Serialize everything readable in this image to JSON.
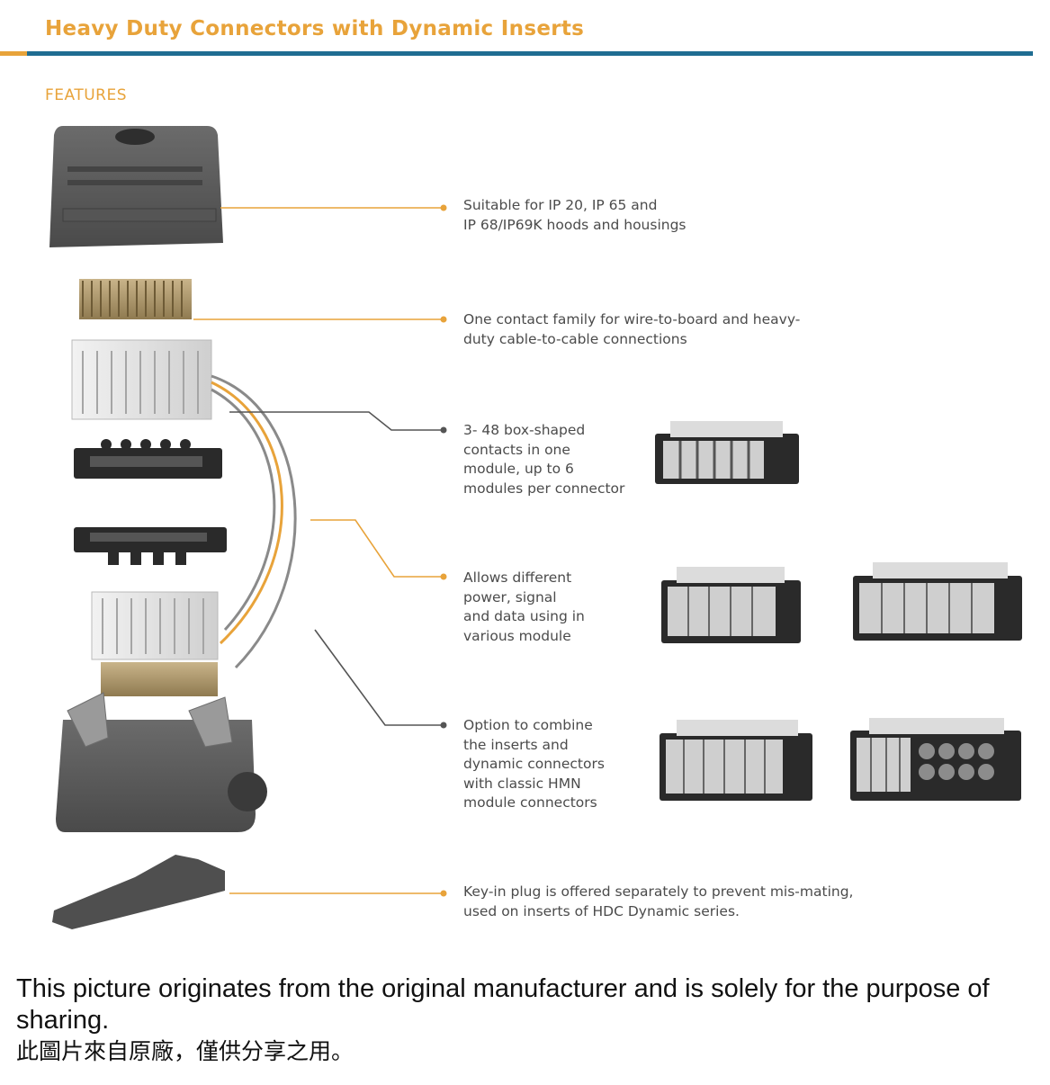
{
  "header": {
    "title": "Heavy Duty Connectors with Dynamic Inserts",
    "section": "FEATURES"
  },
  "features": [
    {
      "text": "Suitable for IP 20, IP 65 and\nIP 68/IP69K hoods and housings"
    },
    {
      "text": "One contact family for wire-to-board and heavy-\nduty cable-to-cable connections"
    },
    {
      "text": "3- 48 box-shaped\ncontacts in one\nmodule, up to 6\nmodules per connector"
    },
    {
      "text": "Allows different\npower, signal\nand data using in\nvarious module"
    },
    {
      "text": "Option to combine\nthe inserts and\ndynamic connectors\nwith classic HMN\nmodule connectors"
    },
    {
      "text": "Key-in plug is offered separately to prevent mis-mating,\nused on inserts of HDC Dynamic series."
    }
  ],
  "caption": {
    "english": "This picture originates from the original manufacturer and is solely for the purpose of sharing.",
    "chinese": "此圖片來自原廠，僅供分享之用。"
  },
  "colors": {
    "accent_orange": "#e8a33a",
    "rule_blue": "#1f6d92",
    "housing_gray": "#5a5a5a",
    "insert_white": "#e6e6e6"
  }
}
